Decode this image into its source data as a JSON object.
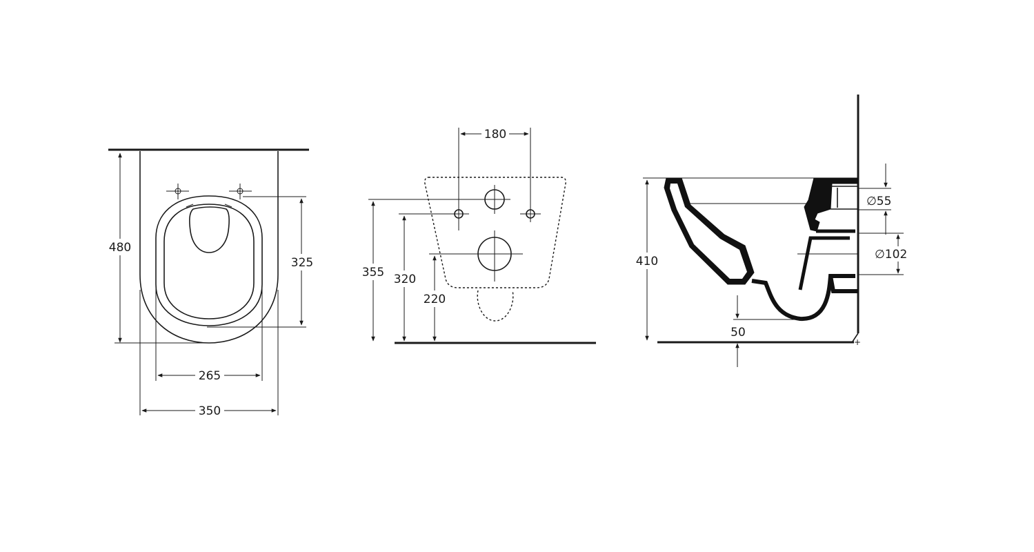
{
  "plan_view": {
    "dimensions": {
      "depth": "480",
      "fixing_distance": "325",
      "inner_width": "265",
      "total_width": "350"
    }
  },
  "front_view": {
    "dimensions": {
      "fixing_spacing": "180",
      "connection_height": "355",
      "fixing_height": "320",
      "outlet_height": "220"
    }
  },
  "side_view": {
    "dimensions": {
      "bowl_height": "410",
      "inlet_diameter": "∅55",
      "outlet_diameter": "∅102",
      "outlet_offset": "50"
    }
  }
}
